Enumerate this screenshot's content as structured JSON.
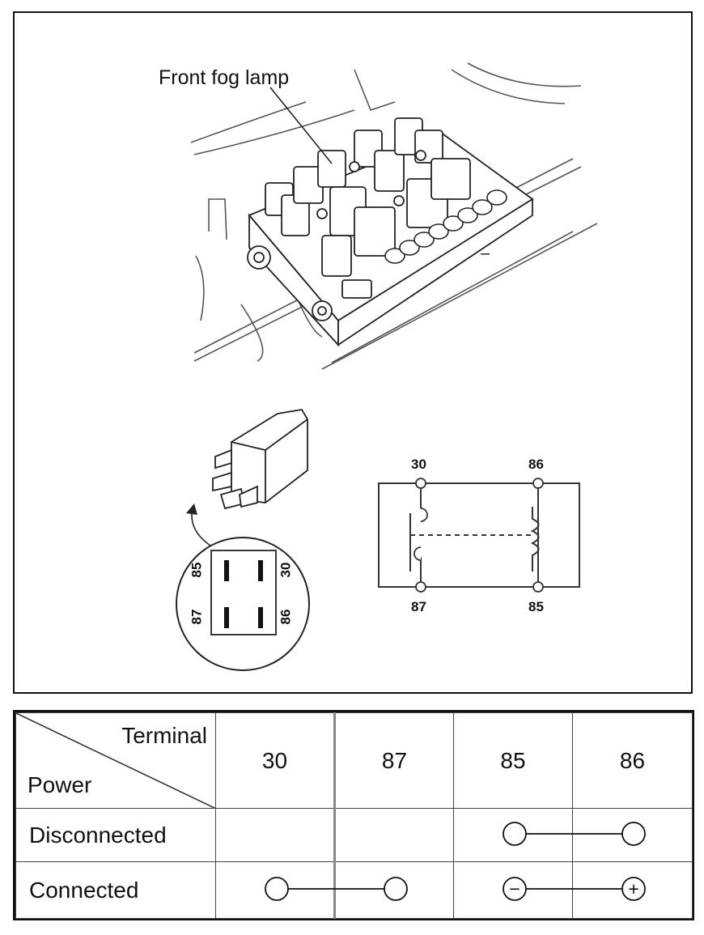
{
  "figure": {
    "callout_label": "Front fog lamp",
    "schematic_terminals": {
      "t30": "30",
      "t86": "86",
      "t87": "87",
      "t85": "85"
    },
    "connector_pins": {
      "p85": "85",
      "p30": "30",
      "p87": "87",
      "p86": "86"
    },
    "minus_mark": "–"
  },
  "table": {
    "corner_top": "Terminal",
    "corner_bottom": "Power",
    "columns": [
      "30",
      "87",
      "85",
      "86"
    ],
    "rows": [
      {
        "label": "Disconnected",
        "links": [
          {
            "from": 2,
            "to": 3,
            "polarity": "none"
          }
        ]
      },
      {
        "label": "Connected",
        "links": [
          {
            "from": 0,
            "to": 1,
            "polarity": "none"
          },
          {
            "from": 2,
            "to": 3,
            "polarity": "minus-plus"
          }
        ]
      }
    ],
    "symbols": {
      "minus": "−",
      "plus": "+"
    }
  }
}
